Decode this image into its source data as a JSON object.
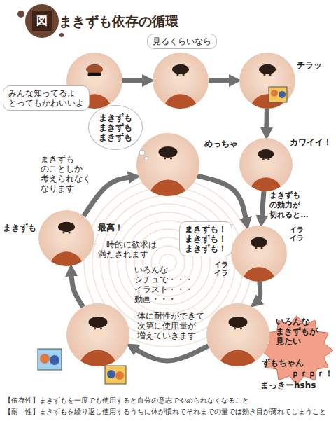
{
  "diagram": {
    "title": "まきずも依存の循環",
    "nodes": [
      {
        "text": [
          "みんな知ってるよ とってもかわいいよ"
        ]
      },
      {
        "text": [
          "見るくらいなら"
        ]
      },
      {
        "text": [
          "チラッ"
        ]
      },
      {
        "text": [
          "めっちゃ",
          "カワイイ！"
        ]
      },
      {
        "text": [
          "まきずも！ まきずも！ まきずも！"
        ]
      },
      {
        "text": [
          "いろんな まきずもが 見たい",
          "ずもちゃん",
          "ｐｒｐｒ！",
          "まっきーhshs"
        ]
      },
      {
        "text": [
          "いろんな シチュで・・・ イラスト・・・ 動画・・・",
          "体に耐性ができて 次第に使用量が 増えていきます"
        ]
      },
      {
        "text": [
          "まきずも",
          "最高！",
          "一時的に欲求は 満たされます"
        ]
      },
      {
        "text": [
          "まきずも まきずも まきずも",
          "まきずも のことしか 考えられなく なります"
        ]
      }
    ],
    "edges": [
      {
        "from": 0,
        "to": 1,
        "arrow": "to"
      },
      {
        "from": 1,
        "to": 2,
        "arrow": "to"
      },
      {
        "from": 2,
        "to": 3,
        "arrow": "to"
      },
      {
        "from": 3,
        "to": 4,
        "arrow": "to",
        "label": "まきずも の効力が 切れると…"
      },
      {
        "from": 4,
        "to": 5,
        "arrow": "to"
      },
      {
        "from": 5,
        "to": 6,
        "arrow": "to"
      },
      {
        "from": 6,
        "to": 7,
        "arrow": "to"
      },
      {
        "from": 7,
        "to": 8,
        "arrow": "to"
      },
      {
        "from": 8,
        "to": 4,
        "arrow": "to"
      }
    ],
    "labels": [
      "図",
      "イラ イラ",
      "イラ イラ",
      "【依存性】まきずもを一度でも使用すると自分の意志でやめられなくなること",
      "【耐　性】まきずもを繰り返し使用するうちに体が慣れてそれまでの量では効き目が薄れてしまうこと"
    ]
  }
}
